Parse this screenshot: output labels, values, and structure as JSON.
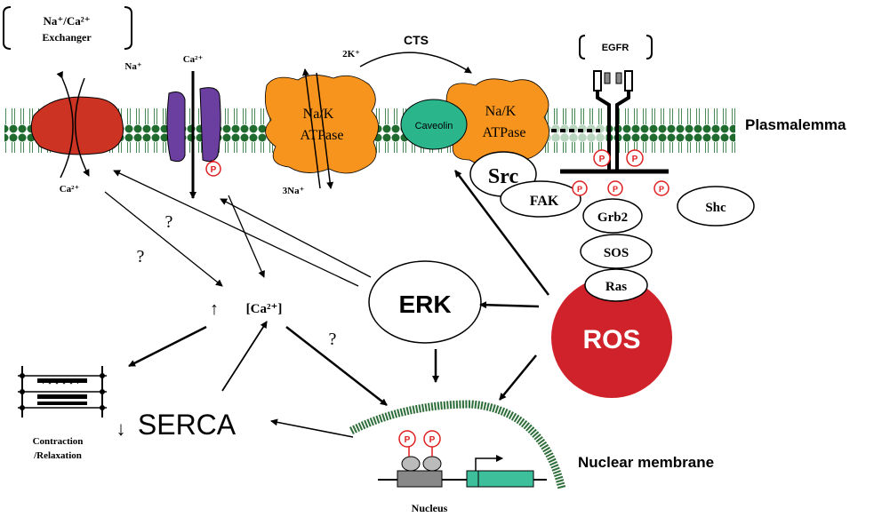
{
  "labels": {
    "exchanger_line1": "Na⁺/Ca²⁺",
    "exchanger_line2": "Exchanger",
    "na_plus": "Na⁺",
    "ca_channel": "Ca²⁺",
    "ca_out": "Ca²⁺",
    "two_k": "2K⁺",
    "three_na": "3Na⁺",
    "cts": "CTS",
    "egfr": "EGFR",
    "nak1_line1": "Na/K",
    "nak1_line2": "ATPase",
    "nak2_line1": "Na/K",
    "nak2_line2": "ATPase",
    "caveolin": "Caveolin",
    "plasmalemma": "Plasmalemma",
    "src": "Src",
    "fak": "FAK",
    "grb2": "Grb2",
    "shc": "Shc",
    "sos": "SOS",
    "ras": "Ras",
    "ros": "ROS",
    "erk": "ERK",
    "ca_conc": "[Ca²⁺]",
    "up_arrow": "↑",
    "down_arrow": "↓",
    "serca": "SERCA",
    "q1": "?",
    "q2": "?",
    "q3": "?",
    "contraction_line1": "Contraction",
    "contraction_line2": "/Relaxation",
    "nuclear_membrane": "Nuclear membrane",
    "nucleus": "Nucleus",
    "p": "P"
  },
  "colors": {
    "exchanger": "#cc3322",
    "channel": "#6a3fa0",
    "atpase": "#f7941d",
    "caveolin": "#2bb58a",
    "ros": "#d0222a",
    "membrane_bead": "#1f6b2e",
    "nuclear": "#2f6e3a",
    "phospho": "#e02020",
    "gene_box": "#888888",
    "gene_box2": "#3cbf9a"
  }
}
